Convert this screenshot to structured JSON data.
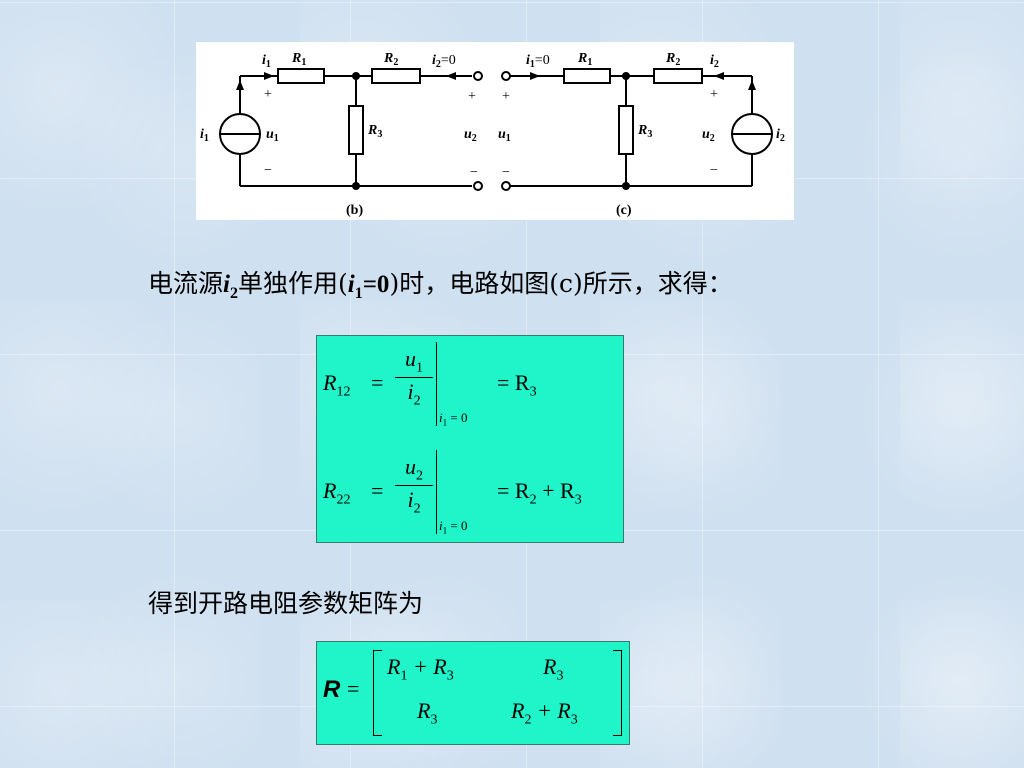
{
  "circuit": {
    "caption_b": "(b)",
    "caption_c": "(c)",
    "labels": {
      "i1": "i",
      "i1_sub": "1",
      "i2": "i",
      "i2_sub": "2",
      "R1": "R",
      "R1_sub": "1",
      "R2": "R",
      "R2_sub": "2",
      "R3": "R",
      "R3_sub": "3",
      "u1": "u",
      "u1_sub": "1",
      "u2": "u",
      "u2_sub": "2",
      "eq0": "=0",
      "plus": "+",
      "minus": "−"
    }
  },
  "statement": {
    "prefix": "电流源",
    "var": "i",
    "var_sub": "2",
    "middle": "单独作用(",
    "cond_var": "i",
    "cond_sub": "1",
    "cond_eq": "=0",
    "suffix": ")时，电路如图(c)所示，求得："
  },
  "formulas": {
    "r12_lhs": "R",
    "r12_lhs_sub": "12",
    "r12_num": "u",
    "r12_num_sub": "1",
    "r12_den": "i",
    "r12_den_sub": "2",
    "r12_cond": "i",
    "r12_cond_sub": "1",
    "r12_cond_eq": " = 0",
    "r12_rhs": "= R",
    "r12_rhs_sub": "3",
    "r22_lhs": "R",
    "r22_lhs_sub": "22",
    "r22_num": "u",
    "r22_num_sub": "2",
    "r22_den": "i",
    "r22_den_sub": "2",
    "r22_cond": "i",
    "r22_cond_sub": "1",
    "r22_cond_eq": " = 0",
    "r22_rhs_a": "= R",
    "r22_rhs_a_sub": "2",
    "r22_rhs_b": " + R",
    "r22_rhs_b_sub": "3",
    "eq": "="
  },
  "conclusion": {
    "text": "得到开路电阻参数矩阵为"
  },
  "matrix": {
    "label": "R",
    "eq": "=",
    "a11": "R",
    "a11_s1": "1",
    "a11_plus": " + R",
    "a11_s2": "3",
    "a12": "R",
    "a12_s": "3",
    "a21": "R",
    "a21_s": "3",
    "a22": "R",
    "a22_s1": "2",
    "a22_plus": " + R",
    "a22_s2": "3"
  }
}
